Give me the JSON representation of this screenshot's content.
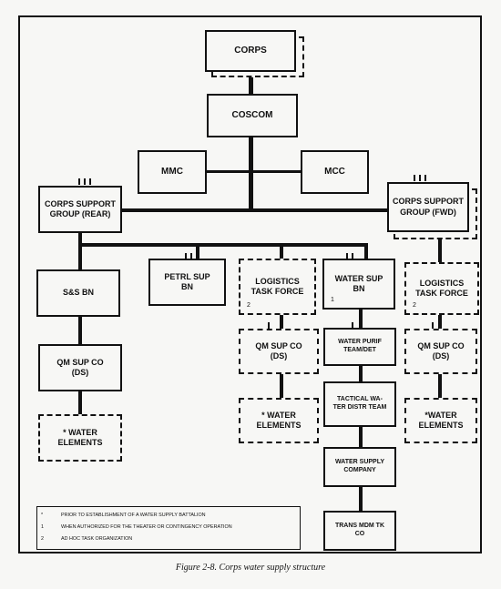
{
  "nodes": {
    "corps": "CORPS",
    "coscom": "COSCOM",
    "mmc": "MMC",
    "mcc": "MCC",
    "csg_rear": "CORPS SUPPORT GROUP (REAR)",
    "csg_fwd": "CORPS SUPPORT GROUP (FWD)",
    "ss_bn": "S&S BN",
    "petrl_sup_bn": "PETRL SUP BN",
    "log_task_force_1": "LOGISTICS TASK FORCE",
    "water_sup_bn": "WATER SUP BN",
    "log_task_force_2": "LOGISTICS TASK FORCE",
    "qm_sup_co_1": "QM SUP CO (DS)",
    "qm_sup_co_2": "QM SUP CO (DS)",
    "qm_sup_co_3": "QM SUP CO (DS)",
    "water_purif": "WATER PURIF TEAM/DET",
    "tactical_water": "TACTICAL WA-TER DISTR TEAM",
    "water_supply_co": "WATER SUPPLY COMPANY",
    "trans_mdm": "TRANS MDM TK CO",
    "water_elements_1": "* WATER ELEMENTS",
    "water_elements_2": "* WATER ELEMENTS",
    "water_elements_3": "*WATER ELEMENTS"
  },
  "footnote_marks": {
    "ltf1": "2",
    "wsb": "1",
    "ltf2": "2"
  },
  "legend": [
    {
      "mark": "*",
      "text": "PRIOR TO ESTABLISHMENT OF A WATER SUPPLY BATTALION"
    },
    {
      "mark": "1",
      "text": "WHEN AUTHORIZED FOR THE THEATER OR CONTINGENCY OPERATION"
    },
    {
      "mark": "2",
      "text": "AD HOC TASK ORGANIZATION"
    }
  ],
  "caption": "Figure 2-8. Corps water supply structure"
}
